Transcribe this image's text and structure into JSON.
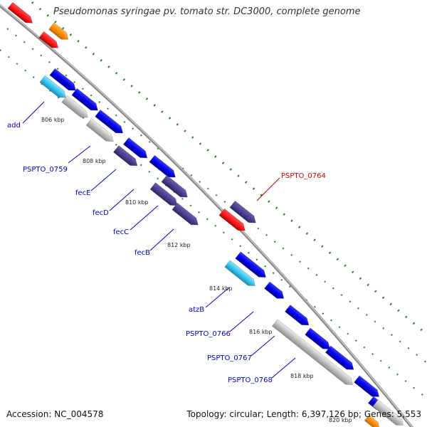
{
  "header": {
    "title": "Pseudomonas syringae pv. tomato str. DC3000, complete genome"
  },
  "footer": {
    "accession": "Accession: NC_004578",
    "topology": "Topology: circular; Length: 6,397,126 bp; Genes: 5,553"
  },
  "colors": {
    "backbone": "#8a8a8a",
    "cds": "#0000e6",
    "cds_dark": "#4b3f8f",
    "rna": "#ff1a1a",
    "trna": "#ff8c00",
    "light": "#33c6ee",
    "pseudo": "#b8b8b8",
    "gc_plot": "#1e8a1e",
    "label": "#0000cc",
    "label_highlight": "#cc0000"
  },
  "ticks": [
    "806 kbp",
    "808 kbp",
    "810 kbp",
    "812 kbp",
    "814 kbp",
    "816 kbp",
    "818 kbp",
    "820 kbp"
  ],
  "gene_labels": [
    {
      "text": "add",
      "highlight": false
    },
    {
      "text": "PSPTO_0759",
      "highlight": false
    },
    {
      "text": "fecE",
      "highlight": false
    },
    {
      "text": "fecD",
      "highlight": false
    },
    {
      "text": "fecC",
      "highlight": false
    },
    {
      "text": "fecB",
      "highlight": false
    },
    {
      "text": "PSPTO_0764",
      "highlight": true
    },
    {
      "text": "atzB",
      "highlight": false
    },
    {
      "text": "PSPTO_0766",
      "highlight": false
    },
    {
      "text": "PSPTO_0767",
      "highlight": false
    },
    {
      "text": "PSPTO_0768",
      "highlight": false
    }
  ]
}
